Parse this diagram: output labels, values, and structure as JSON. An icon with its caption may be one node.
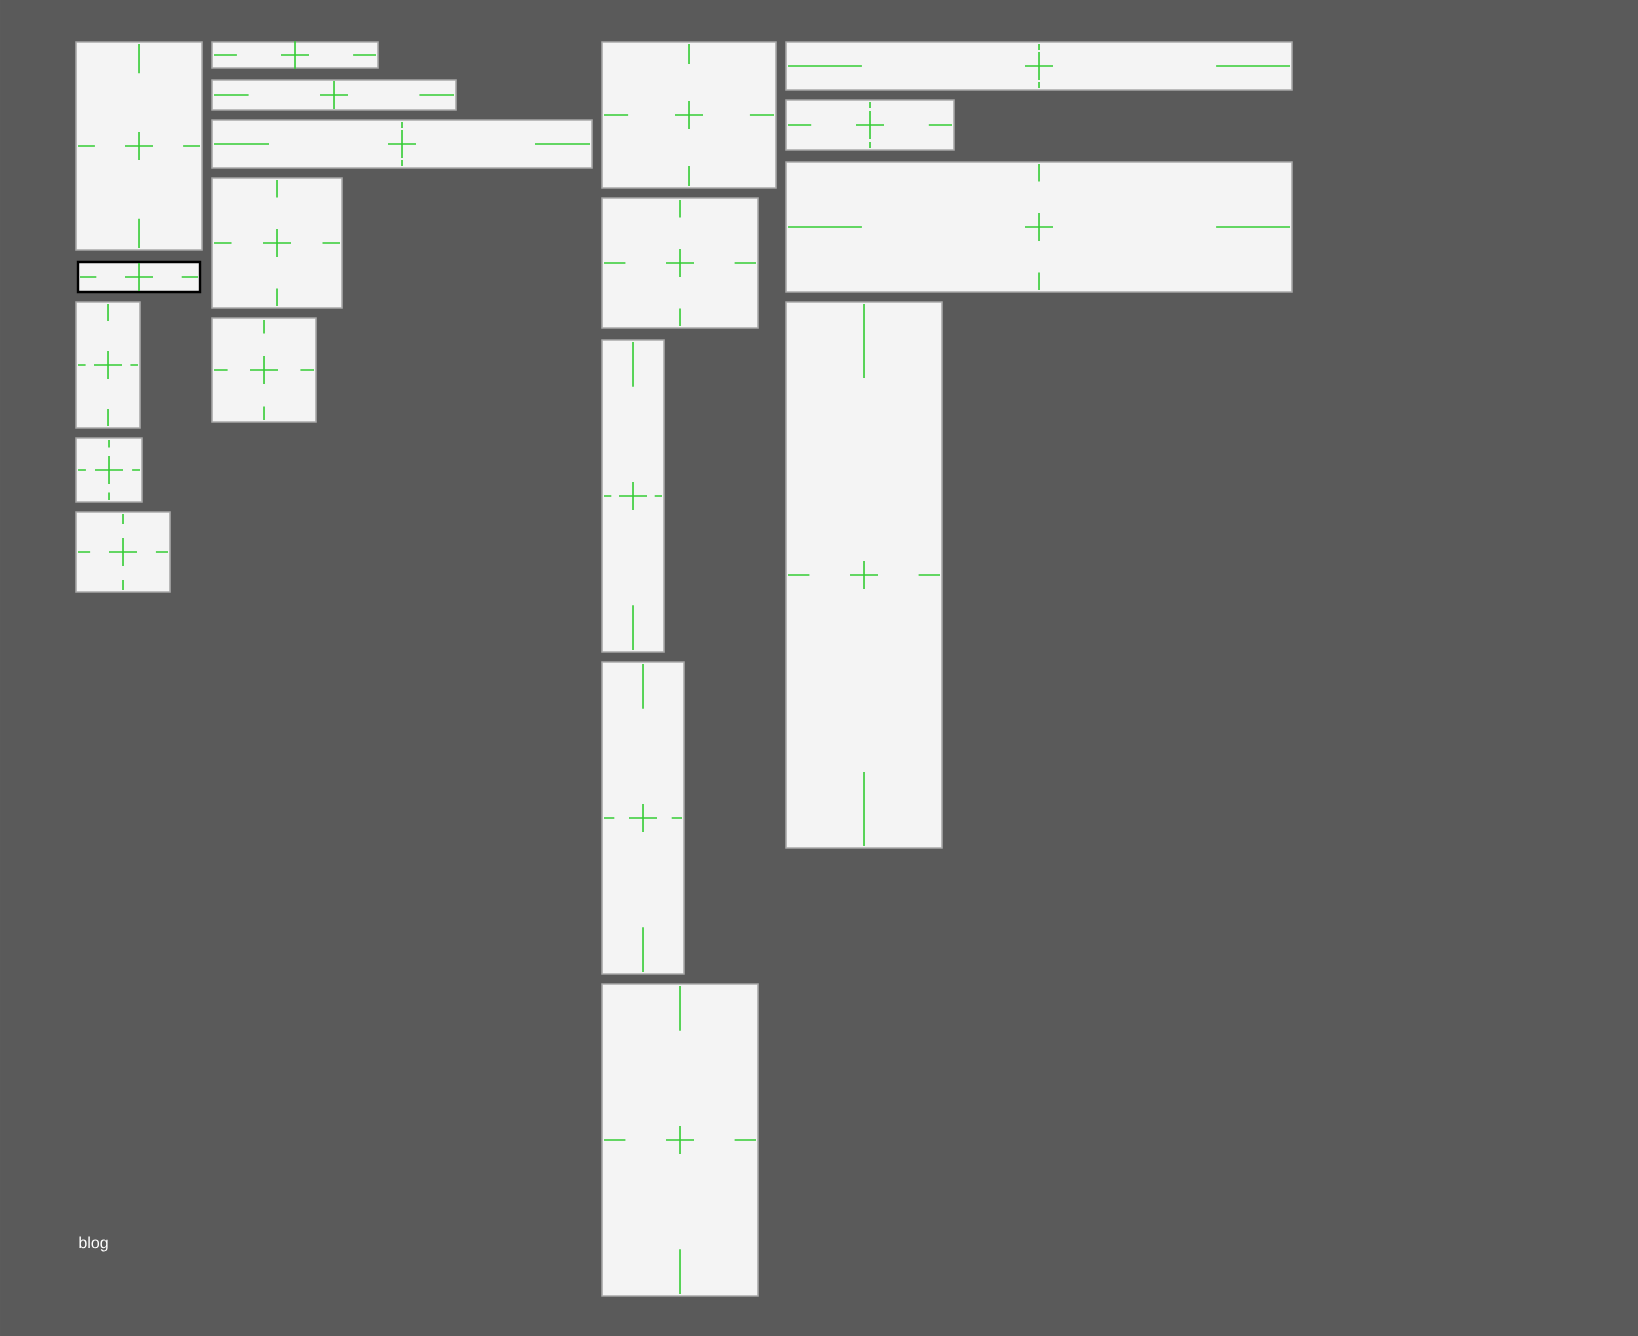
{
  "diagram": {
    "nodes": [
      {
        "text": [],
        "shape": "box"
      },
      {
        "text": [],
        "shape": "box"
      },
      {
        "text": [],
        "shape": "box"
      },
      {
        "text": [],
        "shape": "box"
      },
      {
        "text": [],
        "shape": "box"
      },
      {
        "text": [],
        "shape": "box"
      },
      {
        "text": [],
        "shape": "box"
      },
      {
        "text": [],
        "shape": "box"
      },
      {
        "text": [],
        "shape": "box"
      },
      {
        "text": [],
        "shape": "box"
      },
      {
        "text": [],
        "shape": "box"
      },
      {
        "text": [],
        "shape": "box"
      },
      {
        "text": [],
        "shape": "box"
      },
      {
        "text": [],
        "shape": "box"
      },
      {
        "text": [],
        "shape": "box"
      },
      {
        "text": [],
        "shape": "box"
      },
      {
        "text": [],
        "shape": "box"
      },
      {
        "text": [],
        "shape": "box"
      },
      {
        "text": [],
        "shape": "box"
      }
    ],
    "labels": [
      "blog"
    ]
  }
}
